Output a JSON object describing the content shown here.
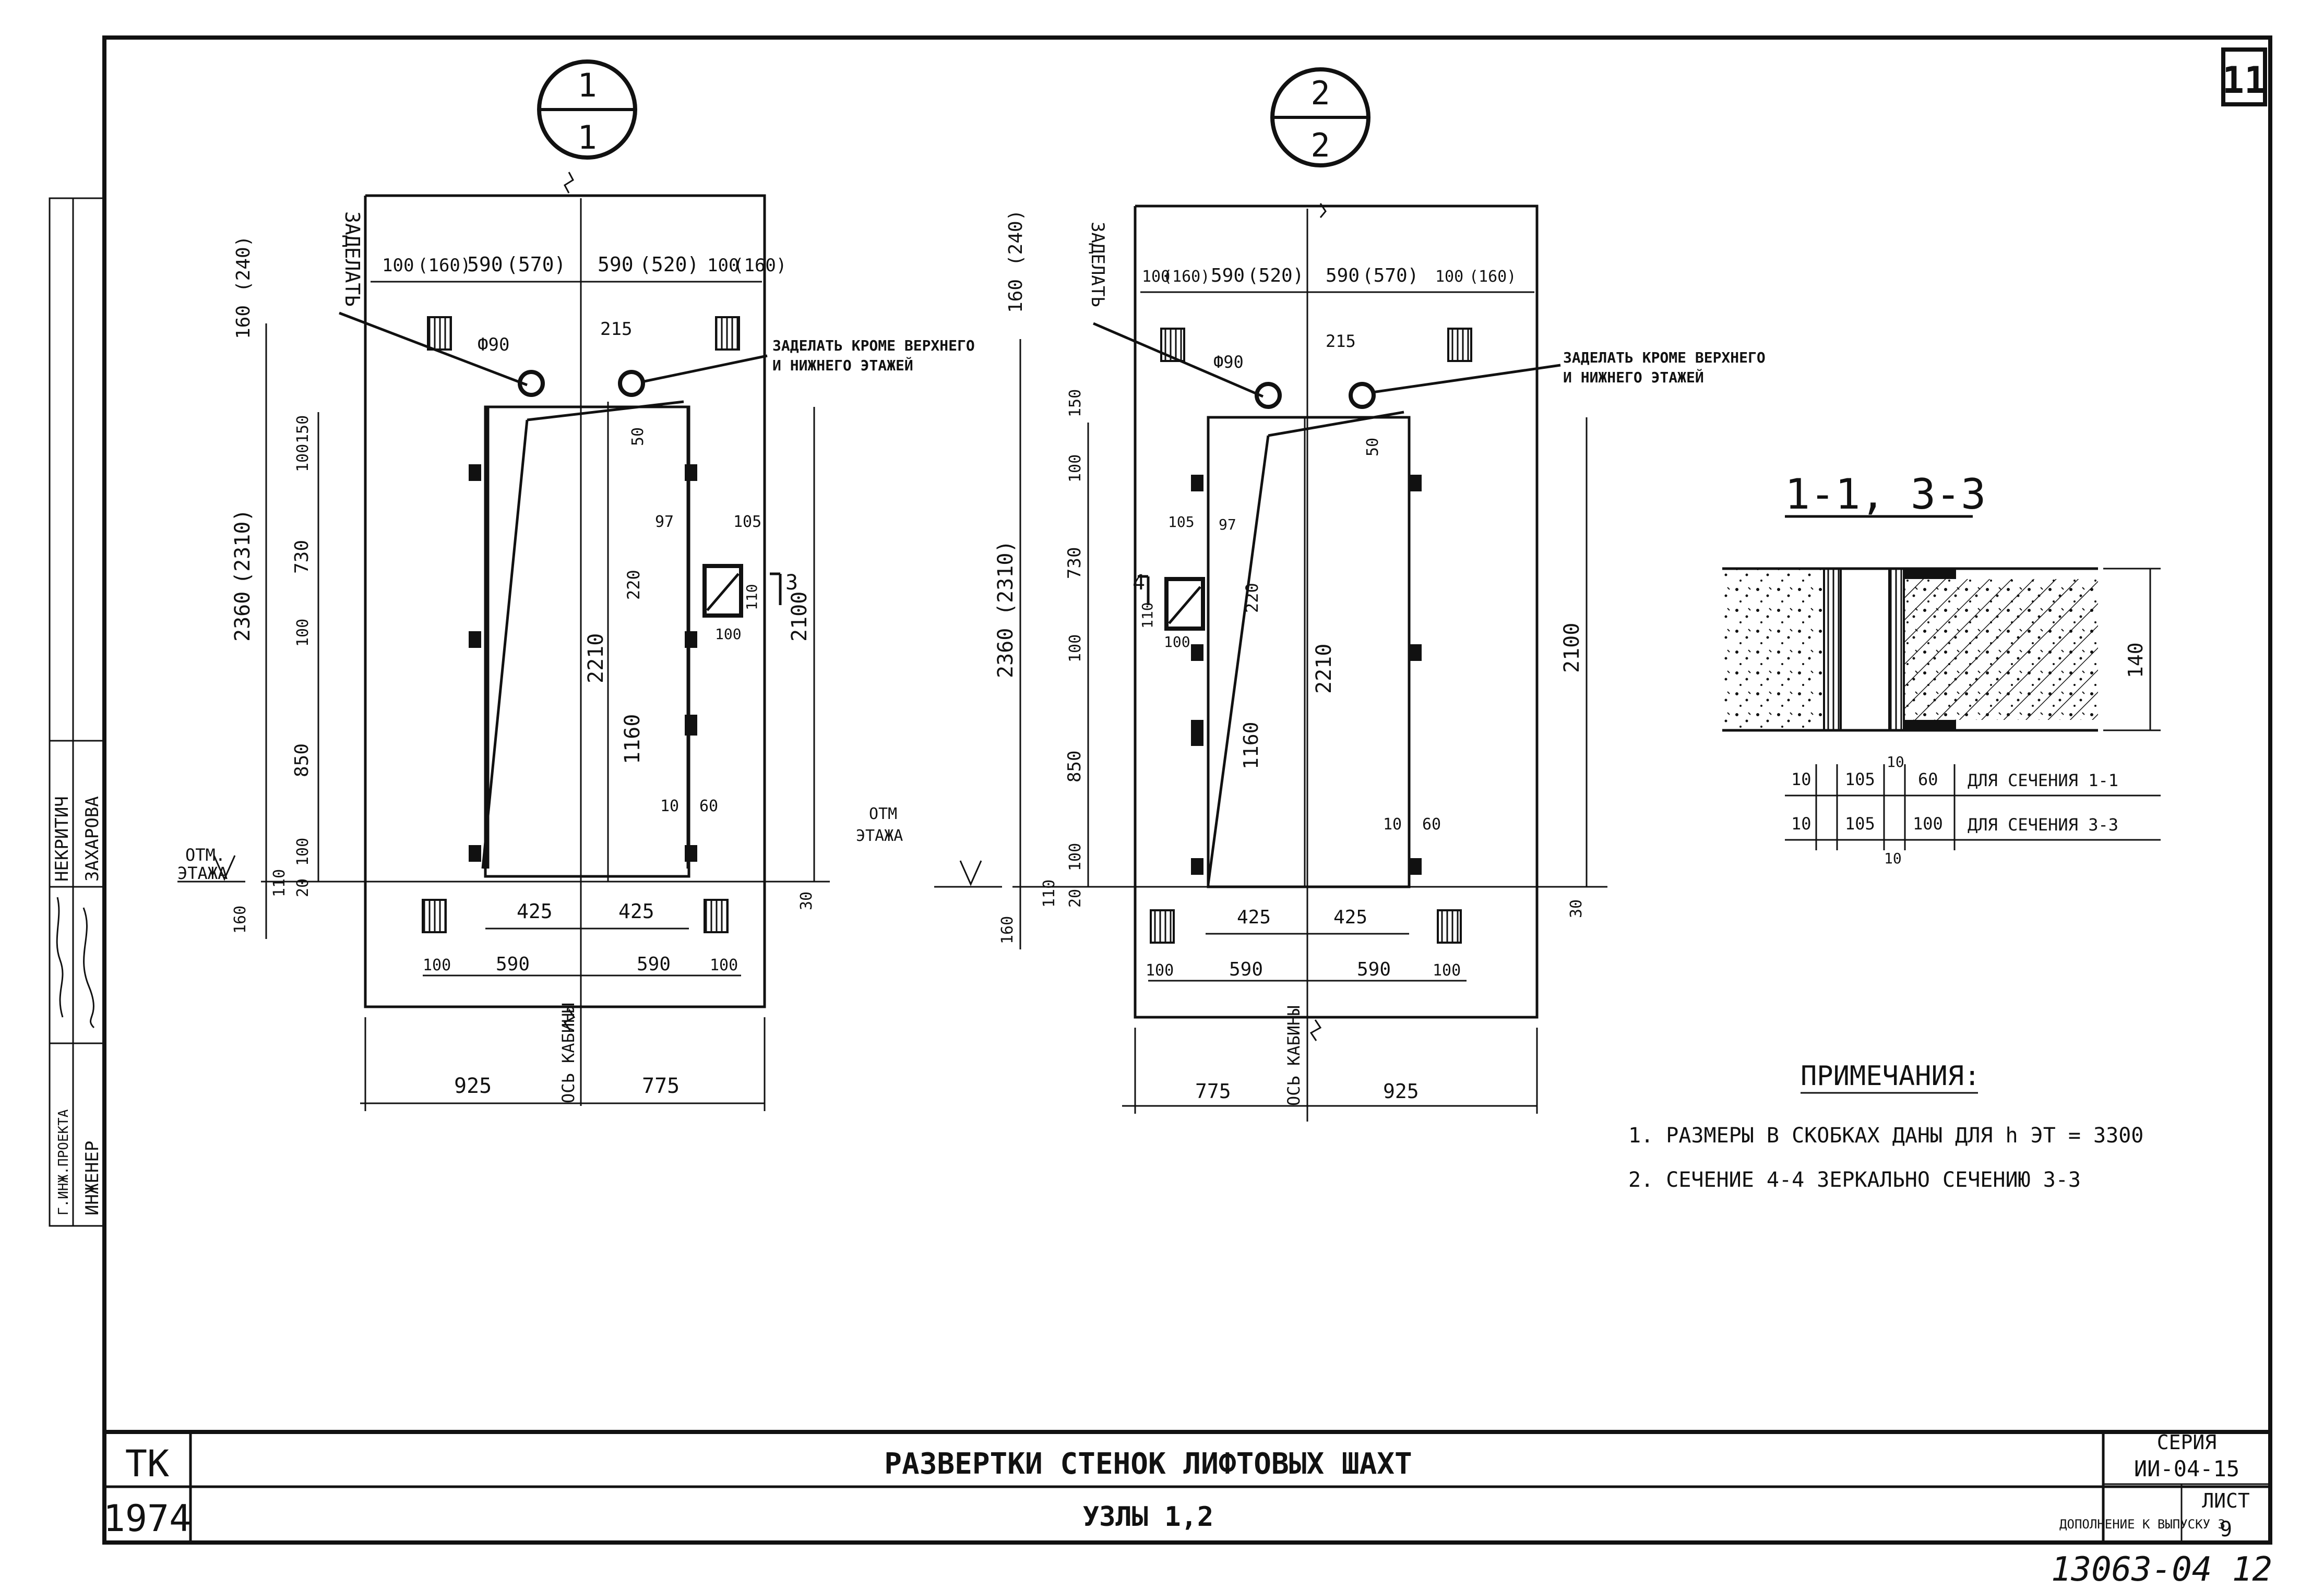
{
  "sheet": {
    "sheet_number": "11",
    "footer_code": "13063-04  12"
  },
  "node1": {
    "label_top": "1",
    "label_bottom": "1",
    "zadelat": "ЗАДЕЛАТЬ",
    "zadelat_except_1": "ЗАДЕЛАТЬ КРОМЕ ВЕРХНЕГО",
    "zadelat_except_2": "И НИЖНЕГО ЭТАЖЕЙ",
    "phi": "Ф90",
    "d215": "215",
    "top_dims": [
      "100",
      "(160)",
      "590",
      "(570)",
      "590",
      "(520)",
      "100",
      "(160)"
    ],
    "left_dims": [
      "160",
      "(240)",
      "2360",
      "(2310)",
      "100",
      "150",
      "730",
      "100",
      "850",
      "100",
      "20",
      "110",
      "160"
    ],
    "inner_dims": [
      "50",
      "2210",
      "1160",
      "220",
      "97",
      "105",
      "110",
      "100",
      "10",
      "60",
      "2100",
      "30"
    ],
    "bottom_dims": [
      "425",
      "425",
      "100",
      "590",
      "590",
      "100"
    ],
    "overall_left": "925",
    "overall_right": "775",
    "axis": "ОСЬ КАБИНЫ",
    "section_mark": "3",
    "floor_1": "ОТМ.",
    "floor_2": "ЭТАЖА"
  },
  "node2": {
    "label_top": "2",
    "label_bottom": "2",
    "zadelat": "ЗАДЕЛАТЬ",
    "zadelat_except_1": "ЗАДЕЛАТЬ КРОМЕ ВЕРХНЕГО",
    "zadelat_except_2": "И НИЖНЕГО ЭТАЖЕЙ",
    "phi": "Ф90",
    "d215": "215",
    "top_dims": [
      "100",
      "(160)",
      "590",
      "(520)",
      "590",
      "(570)",
      "100",
      "(160)"
    ],
    "left_dims": [
      "160",
      "(240)",
      "2360",
      "(2310)",
      "150",
      "100",
      "730",
      "100",
      "850",
      "100",
      "20",
      "110",
      "160"
    ],
    "inner_dims": [
      "50",
      "2210",
      "1160",
      "220",
      "105",
      "97",
      "110",
      "100",
      "10",
      "60",
      "2100",
      "30"
    ],
    "bottom_dims": [
      "425",
      "425",
      "100",
      "590",
      "590",
      "100"
    ],
    "overall_left": "775",
    "overall_right": "925",
    "axis": "ОСЬ КАБИНЫ",
    "section_mark": "4",
    "floor_1": "ОТМ",
    "floor_2": "ЭТАЖА"
  },
  "section": {
    "title": "1-1, 3-3",
    "dim_140": "140",
    "row1": [
      "10",
      "105",
      "10",
      "60"
    ],
    "row1_label": "ДЛЯ СЕЧЕНИЯ 1-1",
    "row2": [
      "10",
      "105",
      "100",
      "10"
    ],
    "row2_label": "ДЛЯ СЕЧЕНИЯ 3-3"
  },
  "notes": {
    "title": "ПРИМЕЧАНИЯ:",
    "items": [
      "1. РАЗМЕРЫ В СКОБКАХ ДАНЫ ДЛЯ h ЭТ = 3300",
      "2. СЕЧЕНИЕ 4-4 ЗЕРКАЛЬНО  СЕЧЕНИЮ 3-3"
    ]
  },
  "side_stamp": {
    "rows": [
      "НЕКРИТИЧ",
      "ЗАХАРОВА",
      "ИНЖЕНЕР",
      "Г.ИНЖ.ПРОЕКТА"
    ]
  },
  "title_block": {
    "org": "ТК",
    "year": "1974",
    "title": "РАЗВЕРТКИ   СТЕНОК ЛИФТОВЫХ ШАХТ",
    "subtitle": "УЗЛЫ 1,2",
    "series_label": "СЕРИЯ",
    "series_value": "ИИ-04-15",
    "issue_label": "ДОПОЛНЕНИЕ К ВЫПУСКУ 3",
    "sheet_label": "ЛИСТ",
    "sheet_value": "9"
  }
}
